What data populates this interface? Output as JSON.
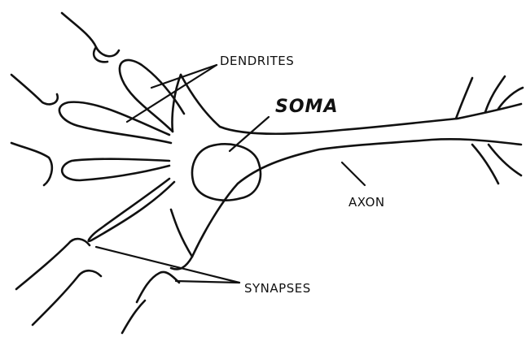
{
  "labels": {
    "dendrites": "DENDRITES",
    "soma": "SOMA",
    "axon": "AXON",
    "synapses": "SYNAPSES"
  }
}
